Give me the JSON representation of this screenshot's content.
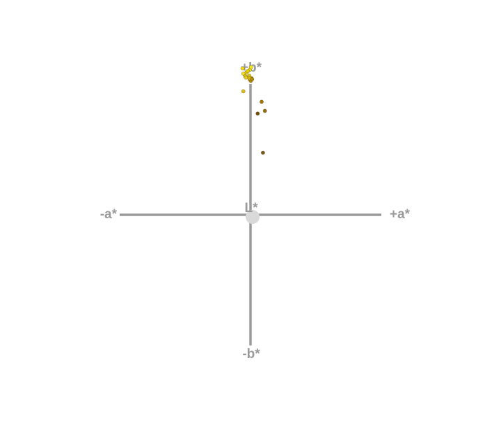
{
  "chart_data": {
    "type": "scatter",
    "axis_labels": {
      "neg_a": "-a*",
      "pos_a": "+a*",
      "pos_b": "+b*",
      "neg_b": "-b*",
      "center": "L*"
    },
    "xlim": [
      -100,
      100
    ],
    "ylim": [
      -100,
      100
    ],
    "grid": false,
    "legend": "none",
    "axis_color": "#9a9a9a",
    "points": [
      {
        "a": -0.5,
        "b": 111,
        "color": "#f2e20f"
      },
      {
        "a": -6,
        "b": 112,
        "color": "#f0d90c"
      },
      {
        "a": -3,
        "b": 109,
        "color": "#ead010"
      },
      {
        "a": 0.5,
        "b": 113,
        "color": "#f5e614"
      },
      {
        "a": -2,
        "b": 110,
        "color": "#e8cf0c"
      },
      {
        "a": -5.5,
        "b": 108,
        "color": "#f4e01a"
      },
      {
        "a": -4,
        "b": 106,
        "color": "#d9c10a"
      },
      {
        "a": -1,
        "b": 106.5,
        "color": "#dcc012"
      },
      {
        "a": -0.5,
        "b": 103.5,
        "color": "#caa20a"
      },
      {
        "a": 0.8,
        "b": 104.5,
        "color": "#c8a008"
      },
      {
        "a": -3.5,
        "b": 105,
        "color": "#e6cc1a"
      },
      {
        "a": 0.2,
        "b": 102.5,
        "color": "#b8900a"
      },
      {
        "a": -0.8,
        "b": 104.5,
        "color": "#d6b60e"
      },
      {
        "a": 1.2,
        "b": 103.8,
        "color": "#b08a08"
      },
      {
        "a": -5.5,
        "b": 94.5,
        "color": "#dcc01a"
      },
      {
        "a": 8.5,
        "b": 86.5,
        "color": "#a07808"
      },
      {
        "a": 11,
        "b": 79.5,
        "color": "#946c0a"
      },
      {
        "a": 5.5,
        "b": 77.5,
        "color": "#6e500a"
      },
      {
        "a": 9.5,
        "b": 47.5,
        "color": "#7a5a1c"
      }
    ]
  }
}
